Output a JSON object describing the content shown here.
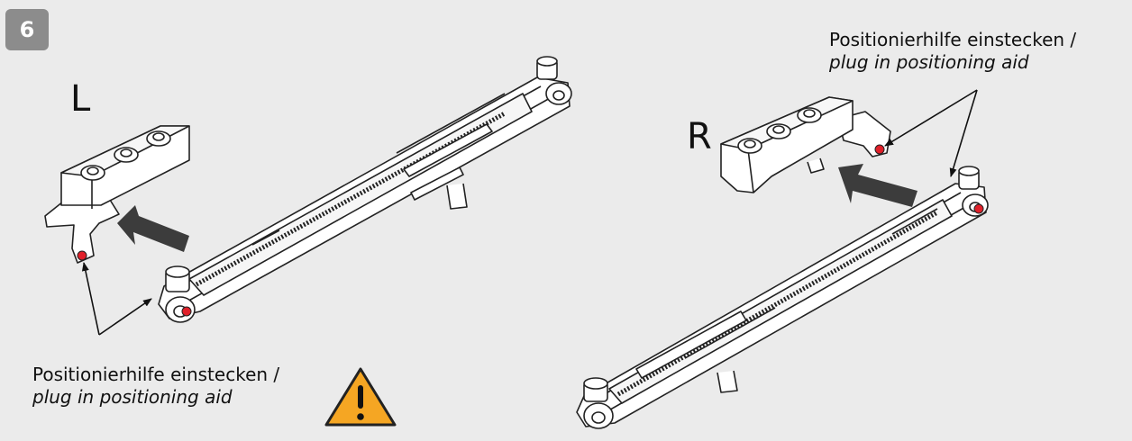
{
  "step": {
    "number": "6"
  },
  "left": {
    "side_label": "L",
    "caption_de": "Positionierhilfe einstecken /",
    "caption_en": "plug in positioning aid"
  },
  "right": {
    "side_label": "R",
    "caption_de": "Positionierhilfe einstecken /",
    "caption_en": "plug in positioning aid"
  },
  "colors": {
    "background": "#ebebeb",
    "badge": "#8c8c8c",
    "positioning_aid": "#e0202a",
    "warning_fill": "#f5a623",
    "arrow": "#3c3c3c"
  },
  "icons": [
    "warning-triangle-icon",
    "insert-arrow-icon",
    "pointer-arrow-icon"
  ]
}
